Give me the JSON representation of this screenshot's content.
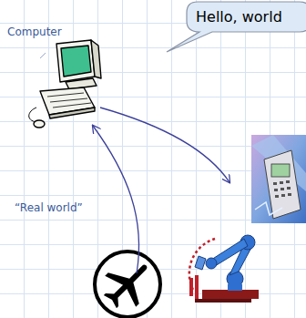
{
  "diagram": {
    "nodes": [
      {
        "text": [
          "Hello, world"
        ]
      }
    ],
    "labels": [
      "Computer",
      "“Real world”"
    ]
  }
}
